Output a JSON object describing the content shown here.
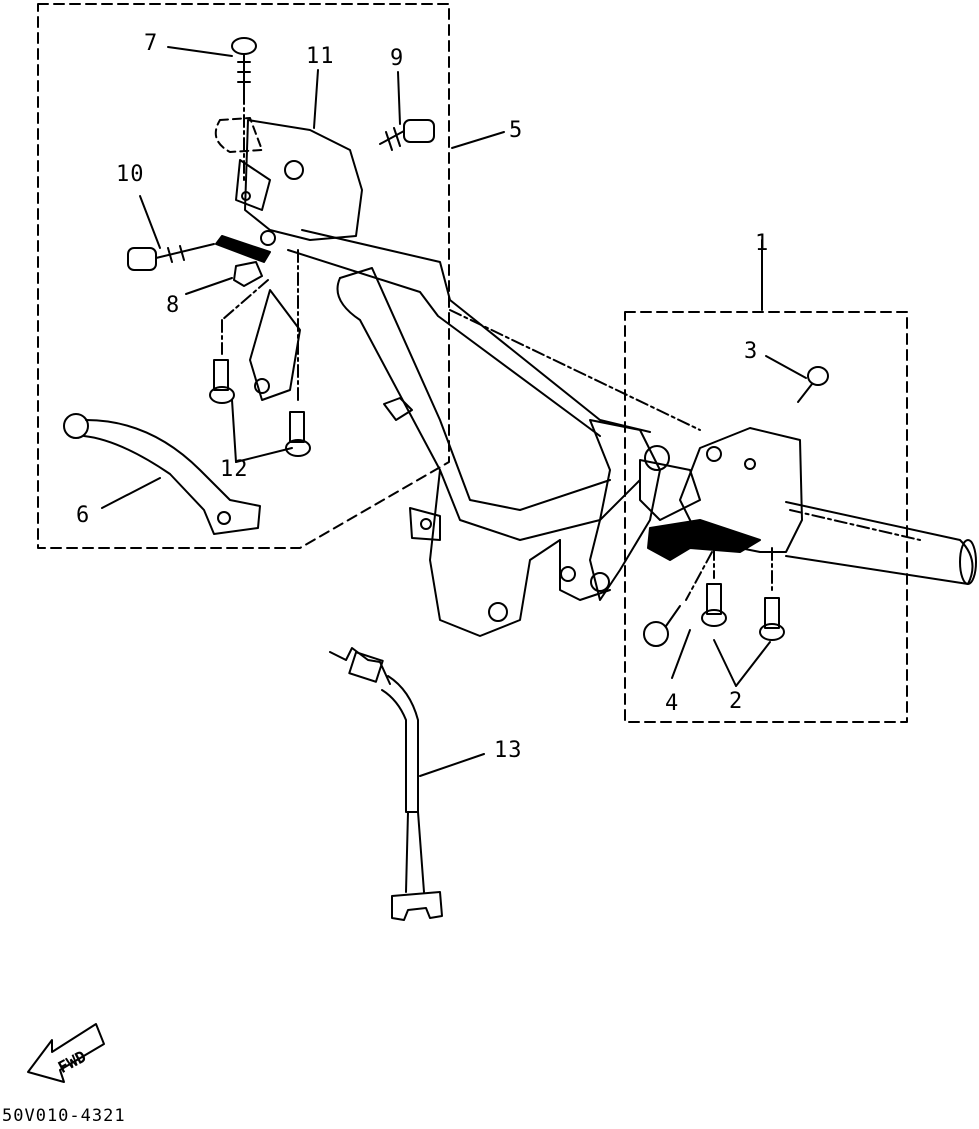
{
  "diagram": {
    "callouts": [
      "1",
      "2",
      "3",
      "4",
      "5",
      "6",
      "7",
      "8",
      "9",
      "10",
      "11",
      "12",
      "13"
    ],
    "fwd_label": "FWD",
    "drawing_code": "50V010-4321",
    "colors": {
      "ink": "#000000",
      "paper": "#ffffff"
    }
  }
}
